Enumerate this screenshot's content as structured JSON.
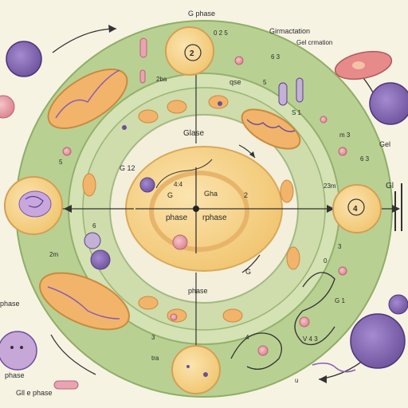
{
  "labels": {
    "top_phase": "G phase",
    "top_title": "Girmactation",
    "top_subtitle": "Gel crmation",
    "num_025": "0 2 5",
    "num_63": "6 3",
    "num_2ba": "2ba",
    "qse": "qse",
    "num_5": "5",
    "num_51": "S 1",
    "num_m3": "m 3",
    "num_63b": "6 3",
    "gel_right": "Gel",
    "num_5left": "5",
    "g12": "G 12",
    "glase": "Glase",
    "g_a": "G",
    "g44": "4:4",
    "gha": "Gha",
    "num_2": "2",
    "phase_left": "phase",
    "phase_right": "rphase",
    "num_23m": "23m",
    "gl_right": "Gl",
    "num_6": "6",
    "num_2m": "2m",
    "g_b": "G",
    "phase_center": "phase",
    "num_3": "3",
    "num_0": "0",
    "num_g1": "G 1",
    "phase_left_edge": "phase",
    "num_3b": "3",
    "num_4": "4",
    "v43": "V 4 3",
    "tra": "tra",
    "u": "u",
    "phase_bottom_left": "phase",
    "gll_phase": "Gll e phase",
    "cell_top_num": "2",
    "cell_right_num": "4"
  },
  "colors": {
    "background": "#f6f3e3",
    "outer_ring": "#b8cf94",
    "middle_ring": "#cfdfb0",
    "inner_disc": "#f4f1dd",
    "cell_fill": "#f7d58f",
    "cell_stroke": "#d7a55a",
    "purple": "#8a6bb0",
    "dark_purple": "#6f4f9a",
    "pink": "#e79aa6",
    "orange_organelle": "#f2b46b"
  }
}
